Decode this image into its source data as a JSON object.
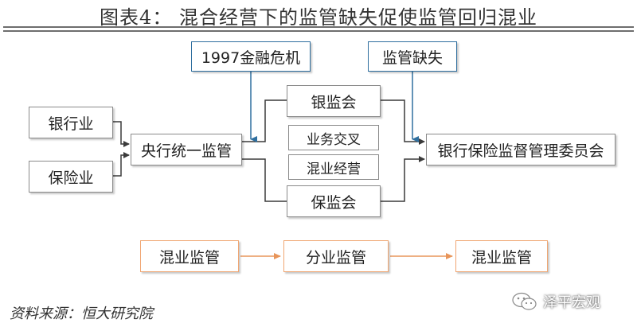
{
  "title": "图表4：  混合经营下的监管缺失促使监管回归混业",
  "nodes": {
    "crisis": "1997金融危机",
    "gap": "监管缺失",
    "banking": "银行业",
    "insurance": "保险业",
    "central": "央行统一监管",
    "cbrc": "银监会",
    "cross": "业务交叉",
    "mixed_ops": "混业经营",
    "circ": "保监会",
    "regulator": "银行保险监督管理委员会"
  },
  "timeline": {
    "stage1": "混业监管",
    "stage2": "分业监管",
    "stage3": "混业监管"
  },
  "source": "资料来源：恒大研究院",
  "watermark": "泽平宏观",
  "colors": {
    "connector": "#3a3a3a",
    "influence_arrow": "#2f6f9f",
    "timeline_arrow": "#e8955a",
    "timeline_border": "#f0a672"
  },
  "icons": [
    "wechat-icon"
  ]
}
